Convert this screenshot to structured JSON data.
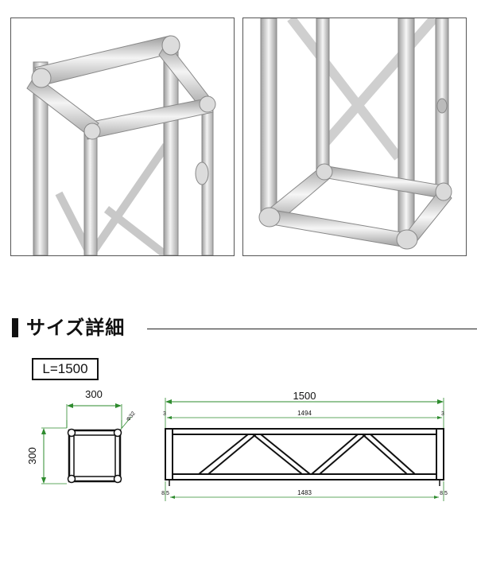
{
  "photos": [
    {
      "alt": "truss-top-view"
    },
    {
      "alt": "truss-base-view"
    }
  ],
  "section": {
    "title": "サイズ詳細"
  },
  "length_label": "L=1500",
  "drawing": {
    "cross_section": {
      "width": "300",
      "height": "300",
      "tube": "Φ32"
    },
    "side": {
      "total": "1500",
      "inner_top": "1494",
      "inner_bottom": "1483",
      "top_offset_left": "3",
      "top_offset_right": "3",
      "bottom_offset_left": "8.5",
      "bottom_offset_right": "8.5"
    },
    "colors": {
      "dimension": "#2e8b2e",
      "frame": "#111111"
    }
  }
}
